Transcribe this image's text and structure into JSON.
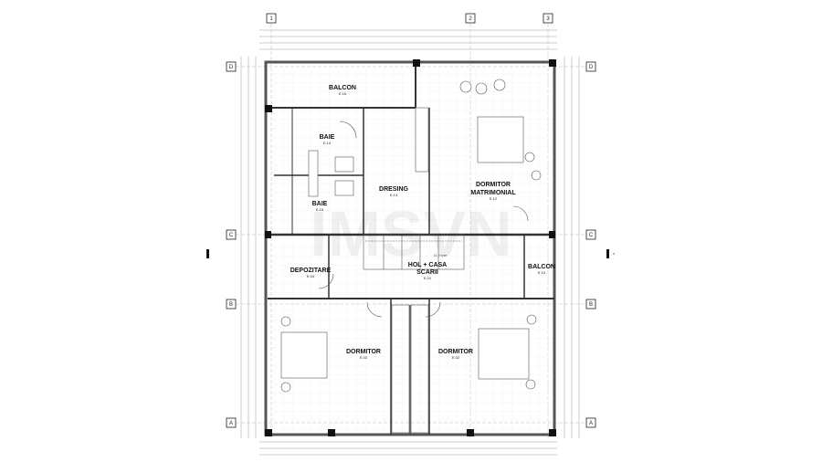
{
  "plan": {
    "grid_columns": [
      "1",
      "2",
      "3"
    ],
    "grid_rows": [
      "D",
      "C",
      "B",
      "A"
    ],
    "section_marker": "A",
    "watermark": "IMSVN",
    "stair_note": "16 Trepte",
    "rooms": [
      {
        "name": "BALCON",
        "code": "E.16"
      },
      {
        "name": "BAIE",
        "code": "E.14"
      },
      {
        "name": "BAIE",
        "code": "E.15"
      },
      {
        "name": "DRESING",
        "code": "E.13"
      },
      {
        "name": "DORMITOR MATRIMONIAL",
        "line1": "DORMITOR",
        "line2": "MATRIMONIAL",
        "code": "E.12"
      },
      {
        "name": "HOL + CASA SCARII",
        "line1": "HOL + CASA",
        "line2": "SCARII",
        "code": "E.01"
      },
      {
        "name": "DEPOZITARE",
        "code": "E.04"
      },
      {
        "name": "BALCON",
        "code": "E.10"
      },
      {
        "name": "DORMITOR",
        "code": "E.03"
      },
      {
        "name": "DORMITOR",
        "code": "E.02"
      }
    ]
  }
}
